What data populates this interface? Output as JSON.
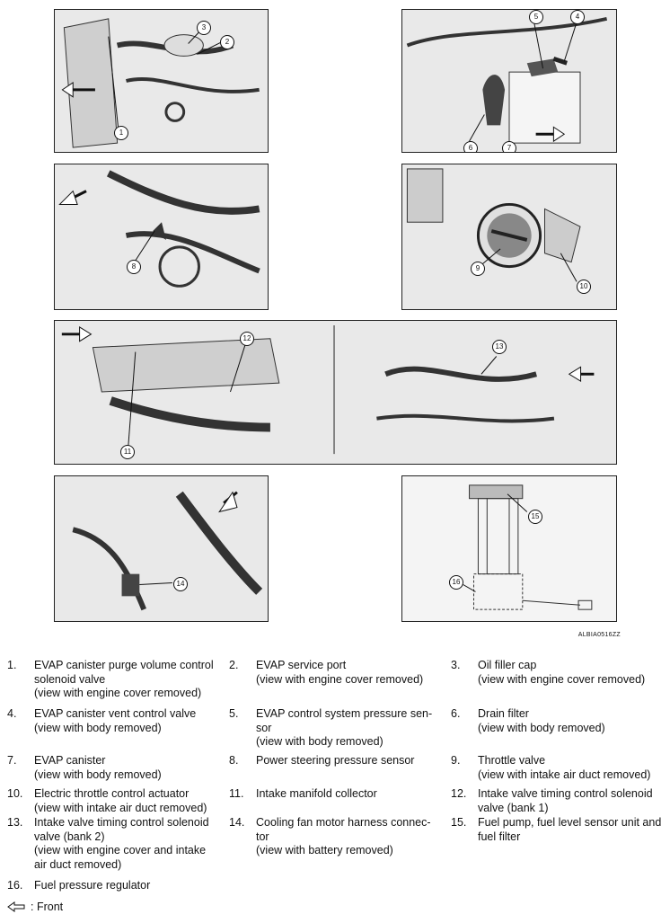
{
  "figure_code": "ALBIA0516ZZ",
  "callouts": [
    "1",
    "2",
    "3",
    "4",
    "5",
    "6",
    "7",
    "8",
    "9",
    "10",
    "11",
    "12",
    "13",
    "14",
    "15",
    "16"
  ],
  "legend": [
    {
      "num": "1.",
      "text": "EVAP canister purge volume control\nsolenoid valve\n(view with engine cover removed)"
    },
    {
      "num": "2.",
      "text": "EVAP service port\n(view with engine cover removed)"
    },
    {
      "num": "3.",
      "text": "Oil filler cap\n(view with engine cover removed)"
    },
    {
      "num": "4.",
      "text": "EVAP canister vent control valve\n(view with body removed)"
    },
    {
      "num": "5.",
      "text": "EVAP control system pressure sen-\nsor\n(view with body removed)"
    },
    {
      "num": "6.",
      "text": "Drain filter\n(view with body removed)"
    },
    {
      "num": "7.",
      "text": "EVAP canister\n(view with body removed)"
    },
    {
      "num": "8.",
      "text": "Power steering pressure sensor"
    },
    {
      "num": "9.",
      "text": "Throttle valve\n(view with intake air duct removed)"
    },
    {
      "num": "10.",
      "text": "Electric throttle control actuator\n(view with intake air duct removed)"
    },
    {
      "num": "11.",
      "text": "Intake manifold collector"
    },
    {
      "num": "12.",
      "text": "Intake valve timing control solenoid\nvalve (bank 1)"
    },
    {
      "num": "13.",
      "text": "Intake valve timing control solenoid\nvalve (bank 2)\n(view with engine cover and intake\nair duct removed)"
    },
    {
      "num": "14.",
      "text": "Cooling fan motor harness connec-\ntor\n(view with battery removed)"
    },
    {
      "num": "15.",
      "text": "Fuel pump, fuel level sensor unit and\nfuel filter"
    },
    {
      "num": "16.",
      "text": "Fuel pressure regulator"
    }
  ],
  "front_label": ": Front"
}
